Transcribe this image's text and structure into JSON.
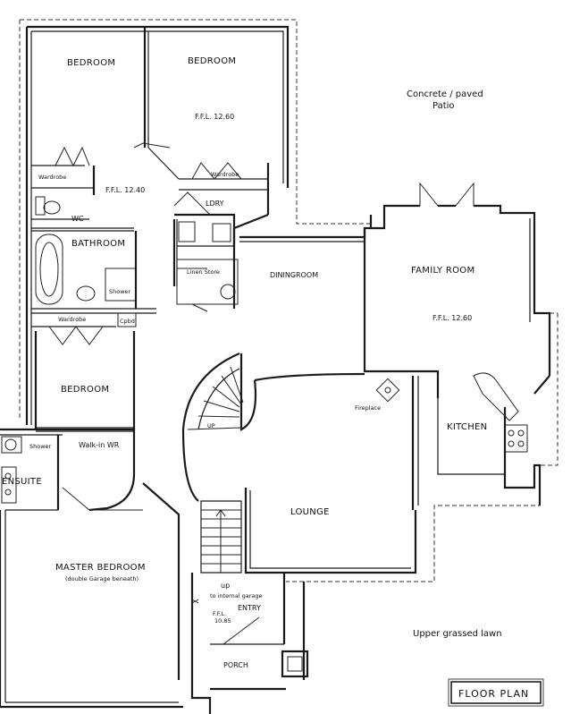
{
  "rooms": {
    "bedroom_1": "BEDROOM",
    "bedroom_2": "BEDROOM",
    "bedroom_3": "BEDROOM",
    "wardrobe_1": "Wardrobe",
    "wardrobe_2": "Wardrobe",
    "wardrobe_3": "Wardrobe",
    "wc": "WC",
    "bathroom": "BATHROOM",
    "shower_1": "Shower",
    "shower_2": "Shower",
    "cpbd": "Cpbd",
    "laundry": "LDRY",
    "linen_store": "Linen Store",
    "diningroom": "DININGROOM",
    "family_room": "FAMILY ROOM",
    "kitchen": "KITCHEN",
    "fireplace": "Fireplace",
    "lounge": "LOUNGE",
    "walk_in_wr": "Walk-in WR",
    "ensuite": "ENSUITE",
    "master_bedroom": "MASTER BEDROOM",
    "master_note": "(double Garage beneath)",
    "entry": "ENTRY",
    "porch": "PORCH"
  },
  "levels": {
    "bedroom_ffl": "F.F.L. 12.60",
    "hall_ffl": "F.F.L. 12.40",
    "family_ffl": "F.F.L. 12.60",
    "entry_ffl_1": "F.F.L.",
    "entry_ffl_2": "10.85"
  },
  "stairs": {
    "up_main": "UP",
    "up_garage": "up",
    "garage_note": "to internal garage"
  },
  "outdoor": {
    "patio_1": "Concrete / paved",
    "patio_2": "Patio",
    "lawn": "Upper grassed lawn"
  },
  "title": "FLOOR PLAN"
}
